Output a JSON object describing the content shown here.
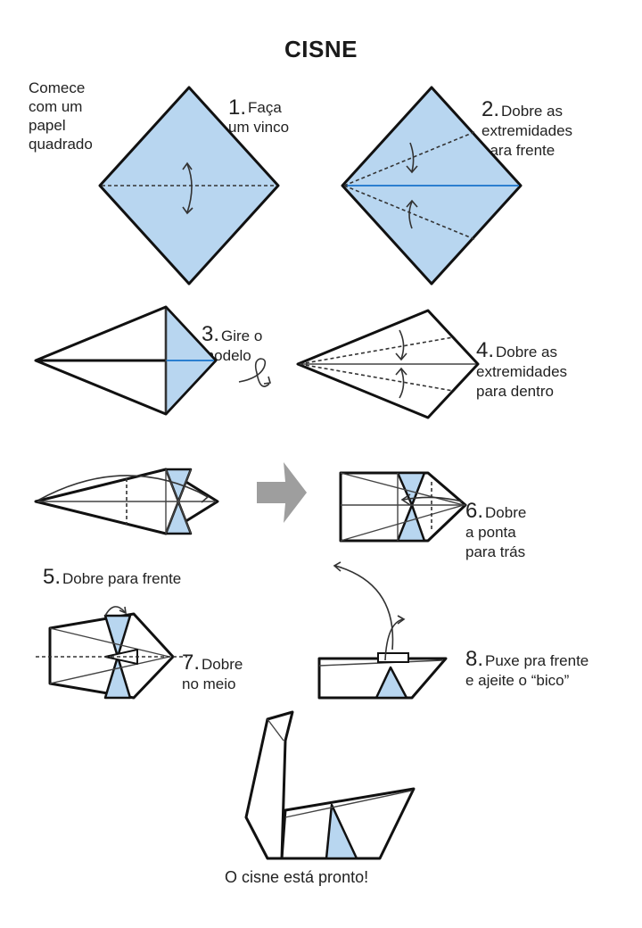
{
  "title": "CISNE",
  "intro": "Comece\ncom um\npapel\nquadrado",
  "steps": [
    {
      "number": "1.",
      "text": "Faça\num vinco"
    },
    {
      "number": "2.",
      "text": "Dobre as\nextremidades\npara frente"
    },
    {
      "number": "3.",
      "text": "Gire o\nmodelo"
    },
    {
      "number": "4.",
      "text": "Dobre as\nextremidades\npara dentro"
    },
    {
      "number": "5.",
      "text": "Dobre para frente"
    },
    {
      "number": "6.",
      "text": "Dobre\na ponta\npara trás"
    },
    {
      "number": "7.",
      "text": "Dobre\nno meio"
    },
    {
      "number": "8.",
      "text": "Puxe pra frente\ne ajeite o “bico”"
    }
  ],
  "final": "O cisne está pronto!",
  "colors": {
    "paper": "#b8d6f0",
    "outline": "#111111",
    "crease": "#2b7fd0",
    "big_arrow": "#9e9e9e"
  }
}
